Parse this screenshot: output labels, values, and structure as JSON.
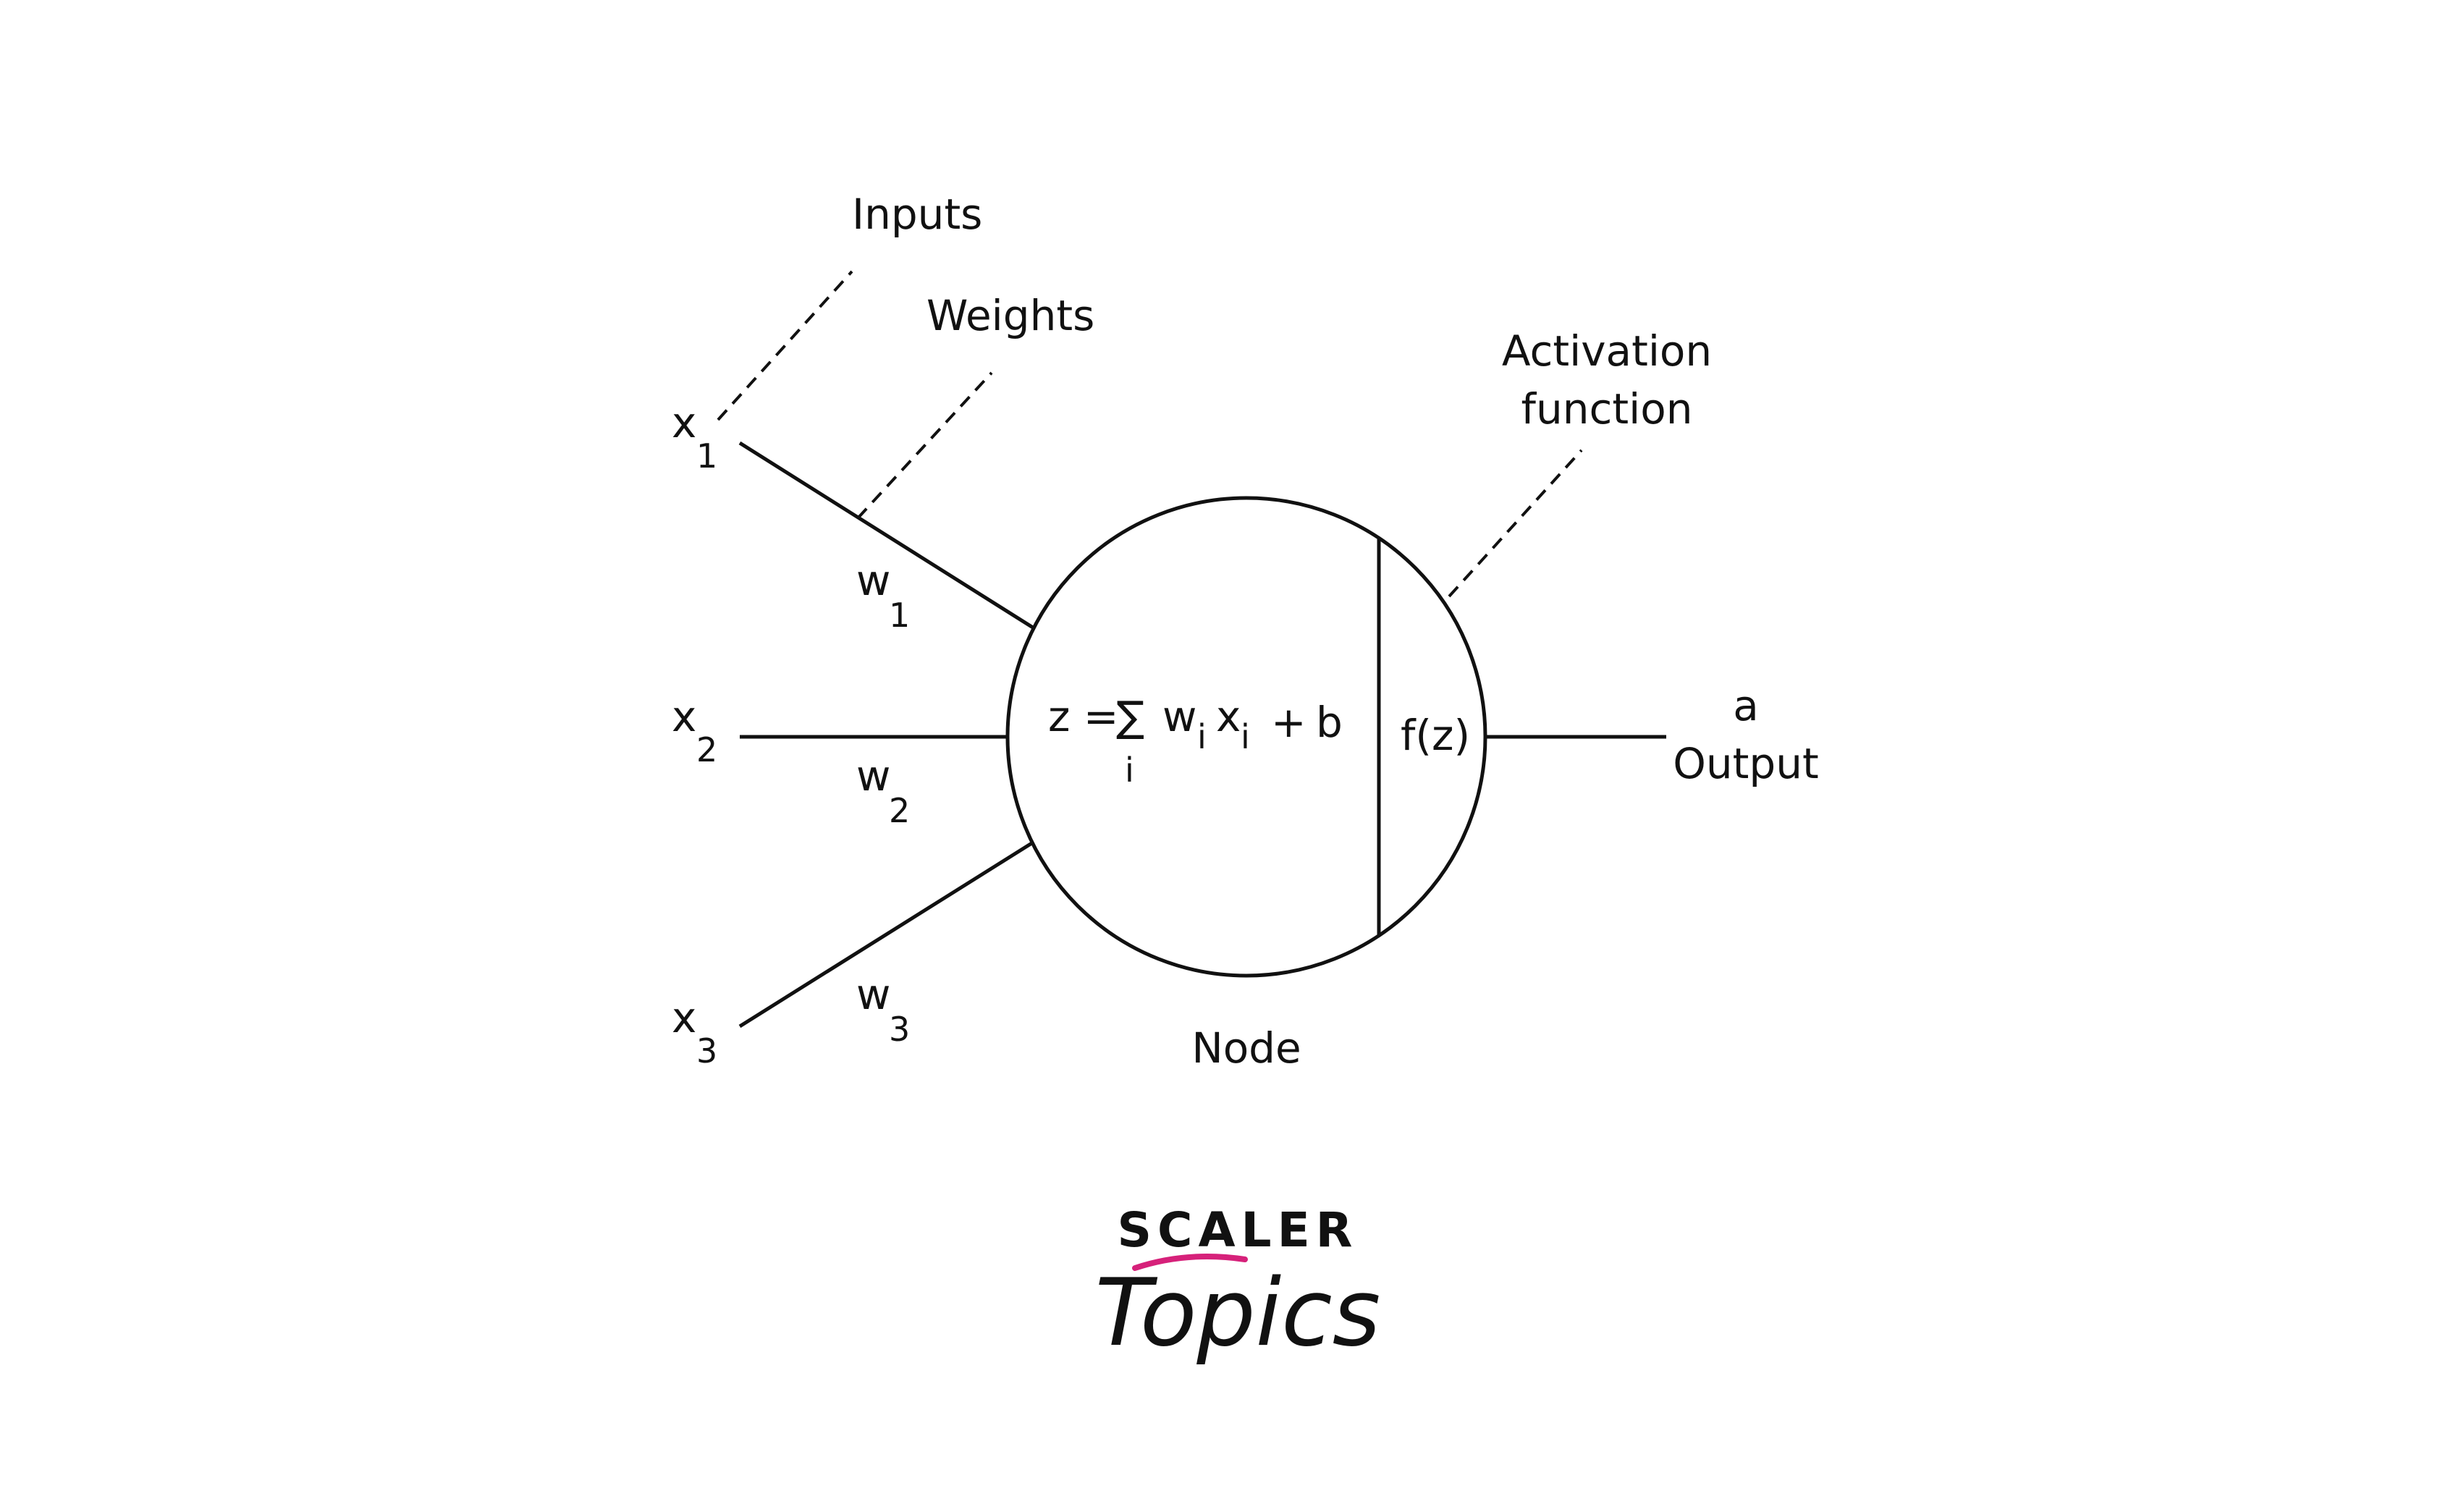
{
  "labels": {
    "inputs": "Inputs",
    "weights": "Weights",
    "activation_line1": "Activation",
    "activation_line2": "function",
    "node": "Node",
    "output_symbol": "a",
    "output": "Output",
    "fz": "f(z)"
  },
  "inputs": [
    {
      "base": "x",
      "sub": "1"
    },
    {
      "base": "x",
      "sub": "2"
    },
    {
      "base": "x",
      "sub": "3"
    }
  ],
  "weights": [
    {
      "base": "w",
      "sub": "1"
    },
    {
      "base": "w",
      "sub": "2"
    },
    {
      "base": "w",
      "sub": "3"
    }
  ],
  "equation": {
    "lhs": "z =",
    "sigma": "∑",
    "sigma_sub": "i",
    "w": "w",
    "w_sub": "i",
    "x": "x",
    "x_sub": "i",
    "plus": "+",
    "bias": "b"
  },
  "logo": {
    "top": "SCALER",
    "script": "Topics",
    "top_color": "#1b2230",
    "script_color": "#d6217a"
  },
  "colors": {
    "stroke": "#111111",
    "background": "#ffffff"
  }
}
